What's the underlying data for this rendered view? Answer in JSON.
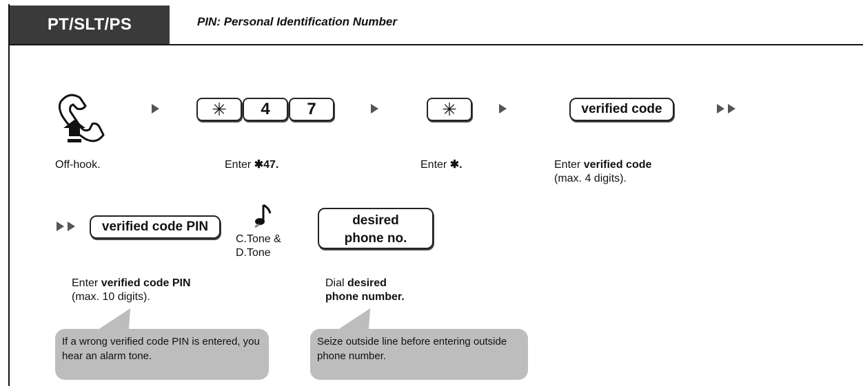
{
  "header": {
    "tab_label": "PT/SLT/PS",
    "subtitle": "PIN: Personal Identification Number"
  },
  "row1": {
    "keys": [
      "✳",
      "4",
      "7"
    ],
    "star_key": "✳",
    "verified_code_box": "verified code",
    "labels": {
      "offhook": "Off-hook.",
      "enter_code_prefix": "Enter ",
      "enter_code_value": "✱47.",
      "enter_star_prefix": "Enter ",
      "enter_star_value": "✱.",
      "enter_verified_prefix": "Enter ",
      "enter_verified_bold": "verified code",
      "enter_verified_sub": "(max. 4 digits)."
    }
  },
  "row2": {
    "pin_box": "verified code PIN",
    "tone_label_1": "C.Tone &",
    "tone_label_2": "D.Tone",
    "desired_box_line1": "desired",
    "desired_box_line2": "phone no.",
    "labels": {
      "enter_pin_prefix": "Enter ",
      "enter_pin_bold": "verified code PIN",
      "enter_pin_sub": "(max. 10 digits).",
      "dial_prefix": "Dial ",
      "dial_bold_1": "desired",
      "dial_bold_2": "phone number."
    }
  },
  "notes": {
    "bubble1": "If a wrong verified code PIN is entered, you hear an alarm tone.",
    "bubble2": "Seize outside line before entering outside phone number."
  },
  "icons": {
    "handset": "offhook-handset-icon",
    "note": "music-note-icon"
  }
}
